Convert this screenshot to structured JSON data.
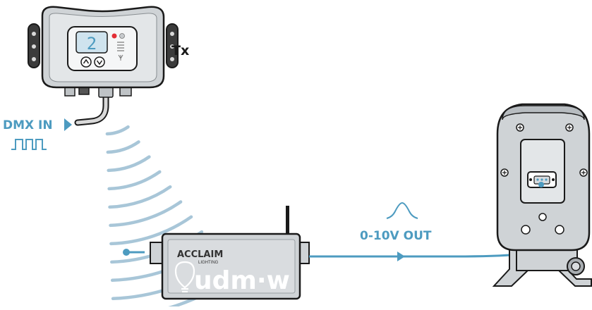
{
  "transmitter": {
    "label": "Tx",
    "display_digit": "2",
    "input_label": "DMX IN"
  },
  "receiver": {
    "brand": "ACCLAIM",
    "brand_sub": "LIGHTING",
    "model": "udm·w"
  },
  "output": {
    "label": "0-10V OUT"
  },
  "colors": {
    "accent_blue": "#4d9bc0",
    "wave_blue": "#a8c6d8",
    "device_gray": "#cfd3d6",
    "outline": "#1a1a1a",
    "indicator_red": "#e32d36"
  },
  "icons": [
    "transmitter-device",
    "signal-waves",
    "dimmer-receiver",
    "light-fixture",
    "pulse-icon",
    "sine-icon",
    "arrow-icon"
  ]
}
